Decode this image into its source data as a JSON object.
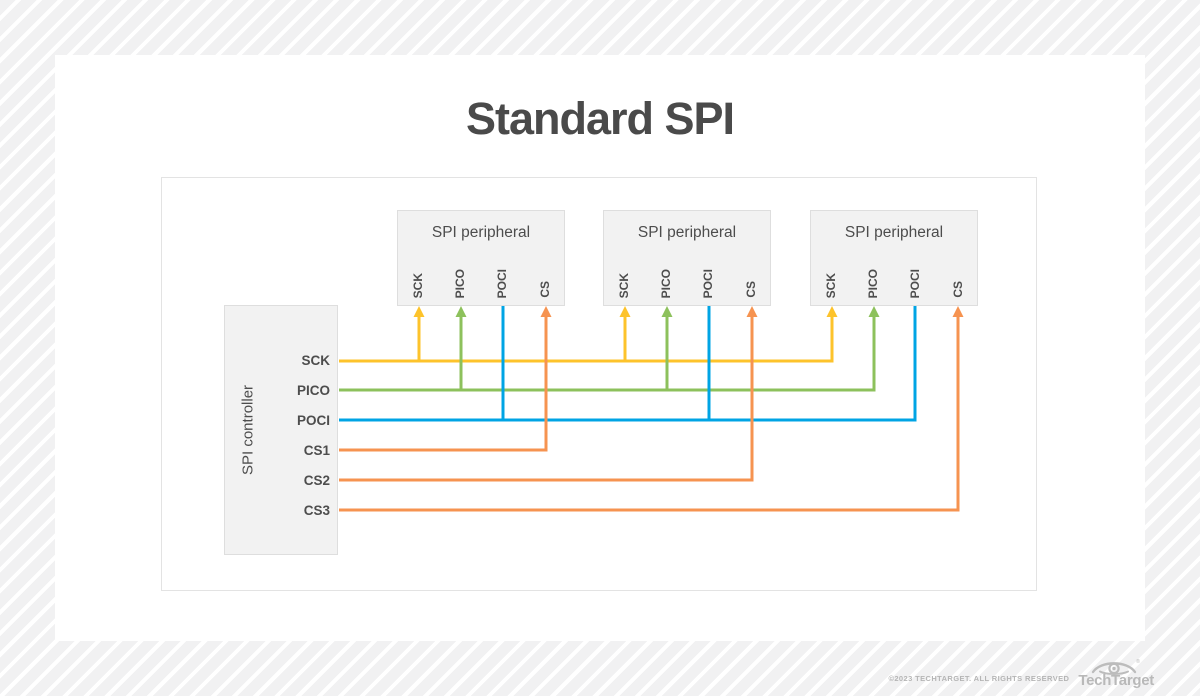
{
  "title": "Standard SPI",
  "controller": {
    "label": "SPI controller",
    "pins": [
      "SCK",
      "PICO",
      "POCI",
      "CS1",
      "CS2",
      "CS3"
    ]
  },
  "peripherals": [
    {
      "label": "SPI peripheral",
      "pins": [
        "SCK",
        "PICO",
        "POCI",
        "CS"
      ]
    },
    {
      "label": "SPI peripheral",
      "pins": [
        "SCK",
        "PICO",
        "POCI",
        "CS"
      ]
    },
    {
      "label": "SPI peripheral",
      "pins": [
        "SCK",
        "PICO",
        "POCI",
        "CS"
      ]
    }
  ],
  "colors": {
    "sck": "#FDC32B",
    "pico": "#8DC15C",
    "poci": "#00A4E4",
    "cs": "#F69350"
  },
  "footer": {
    "copyright": "©2023 TECHTARGET. ALL RIGHTS RESERVED",
    "brand": "TechTarget"
  }
}
